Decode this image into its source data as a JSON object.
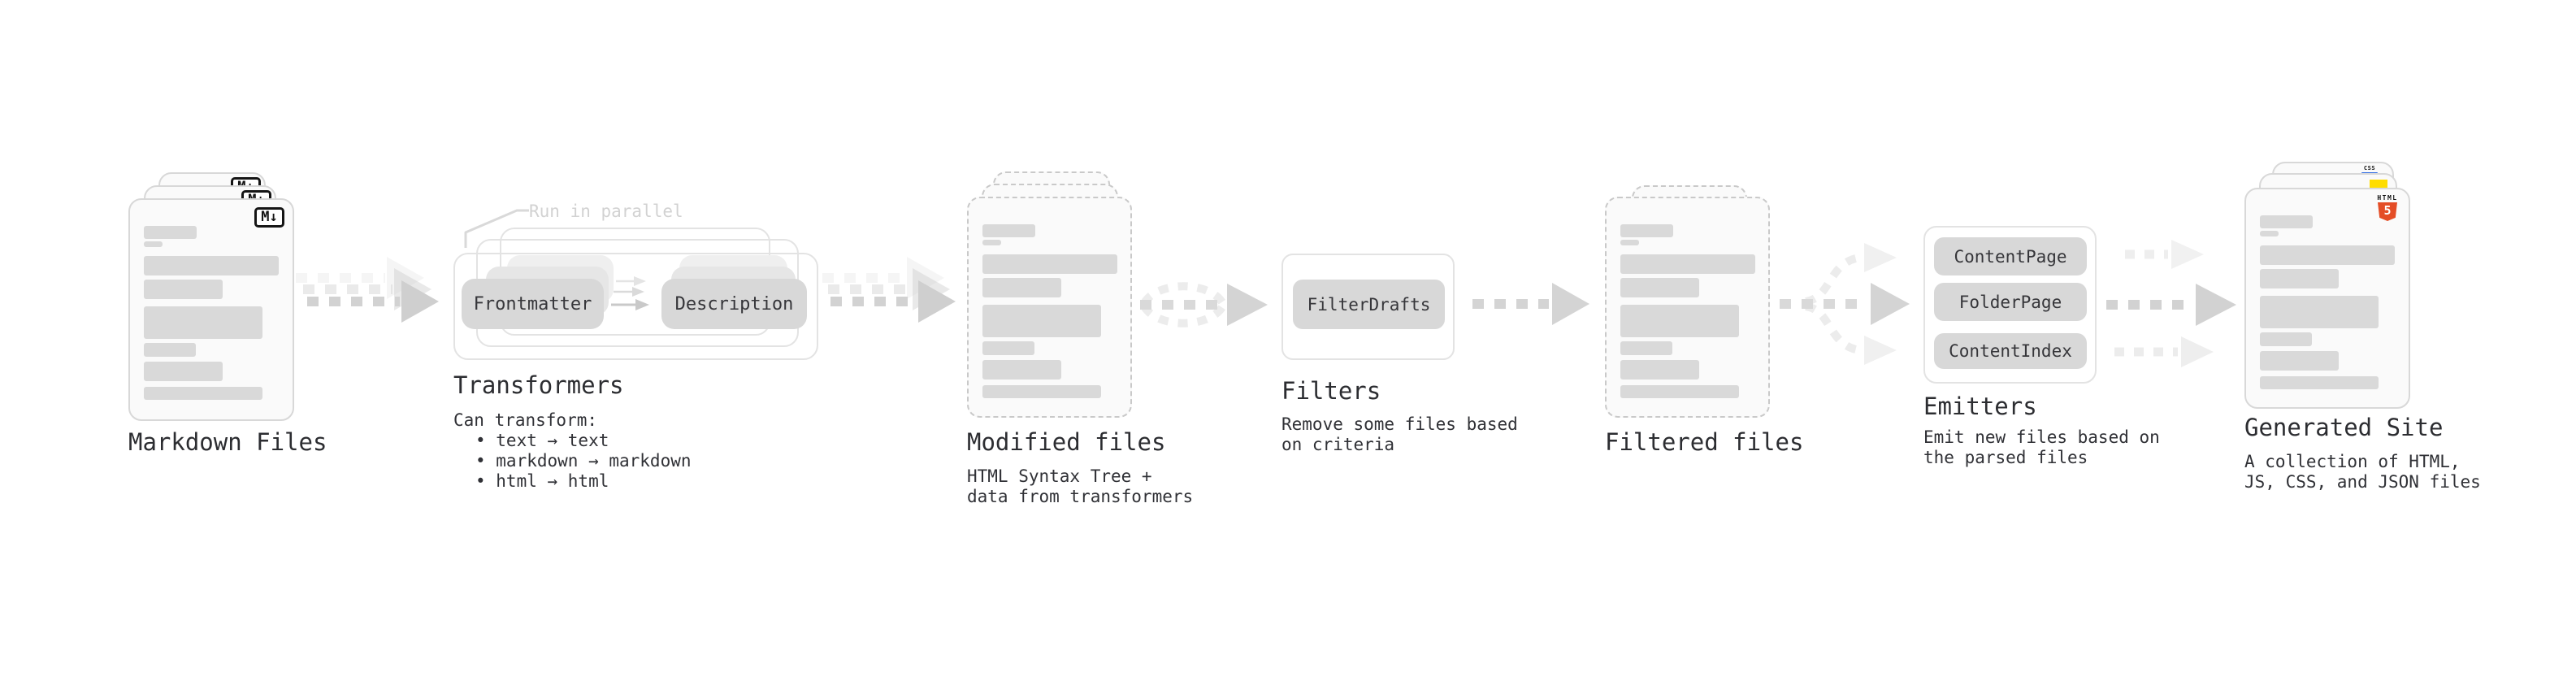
{
  "diagram": {
    "stages": {
      "markdown": {
        "title": "Markdown Files",
        "badge": "M↓"
      },
      "transformers": {
        "title": "Transformers",
        "note": "Run in parallel",
        "pill_frontmatter": "Frontmatter",
        "pill_description": "Description",
        "desc_heading": "Can transform:",
        "bullet1": "• text → text",
        "bullet2": "• markdown → markdown",
        "bullet3": "• html → html"
      },
      "modified": {
        "title": "Modified files",
        "desc1": "HTML Syntax Tree +",
        "desc2": "data from transformers"
      },
      "filters": {
        "title": "Filters",
        "pill": "FilterDrafts",
        "desc1": "Remove some files based",
        "desc2": "on criteria"
      },
      "filtered": {
        "title": "Filtered files"
      },
      "emitters": {
        "title": "Emitters",
        "pill1": "ContentPage",
        "pill2": "FolderPage",
        "pill3": "ContentIndex",
        "desc1": "Emit new files based on",
        "desc2": "the parsed files"
      },
      "generated": {
        "title": "Generated Site",
        "desc1": "A collection of HTML,",
        "desc2": "JS, CSS, and JSON files",
        "badge_css": "CSS",
        "badge_html_word": "HTML",
        "badge_html_number": "5"
      }
    },
    "colors": {
      "background": "#ffffff",
      "skeleton_bar": "#d9d9d9",
      "pill_gray": "#d8d8d8",
      "arrow_gray": "#d2d2d2",
      "note_gray": "#d2d2d2",
      "html5_orange": "#e44d26",
      "js_yellow": "#ffdd00",
      "css_blue": "#2d6ae3"
    }
  }
}
